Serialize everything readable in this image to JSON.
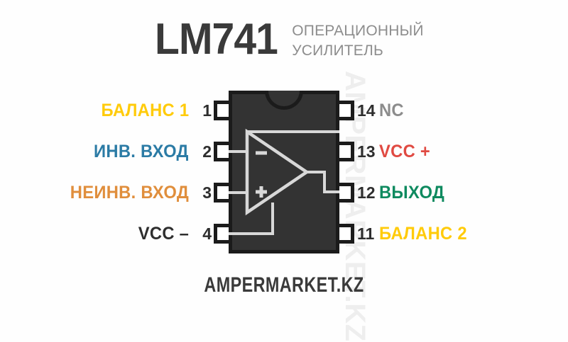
{
  "page": {
    "background_color": "#fefefe",
    "watermark_text": "AMPERMARKET.KZ"
  },
  "header": {
    "title": "LM741",
    "subtitle_line1": "ОПЕРАЦИОННЫЙ",
    "subtitle_line2": "УСИЛИТЕЛЬ",
    "title_color": "#3a3a3a",
    "subtitle_color": "#8d8d8d"
  },
  "chip": {
    "package_color": "#333333",
    "outline_color": "#1b1b1b",
    "pin_fill_color": "#ffffff",
    "trace_color": "#d8d8d8",
    "inverting_symbol": "–",
    "noninverting_symbol": "+"
  },
  "pins_left": [
    {
      "number": "1",
      "label": "БАЛАНС 1",
      "color": "#ffcb0a"
    },
    {
      "number": "2",
      "label": "ИНВ. ВХОД",
      "color": "#2b7ba5"
    },
    {
      "number": "3",
      "label": "НЕИНВ. ВХОД",
      "color": "#e08e3c"
    },
    {
      "number": "4",
      "label": "VCC –",
      "color": "#2e2e2e"
    }
  ],
  "pins_right": [
    {
      "number": "14",
      "label": "NC",
      "color": "#8c8c8c"
    },
    {
      "number": "13",
      "label": "VCC +",
      "color": "#e04a42"
    },
    {
      "number": "12",
      "label": "ВЫХОД",
      "color": "#0e8a5f"
    },
    {
      "number": "11",
      "label": "БАЛАНС 2",
      "color": "#ffcb0a"
    }
  ],
  "footer": {
    "brand": "AMPERMARKET.KZ",
    "color": "#3a3a3a"
  }
}
